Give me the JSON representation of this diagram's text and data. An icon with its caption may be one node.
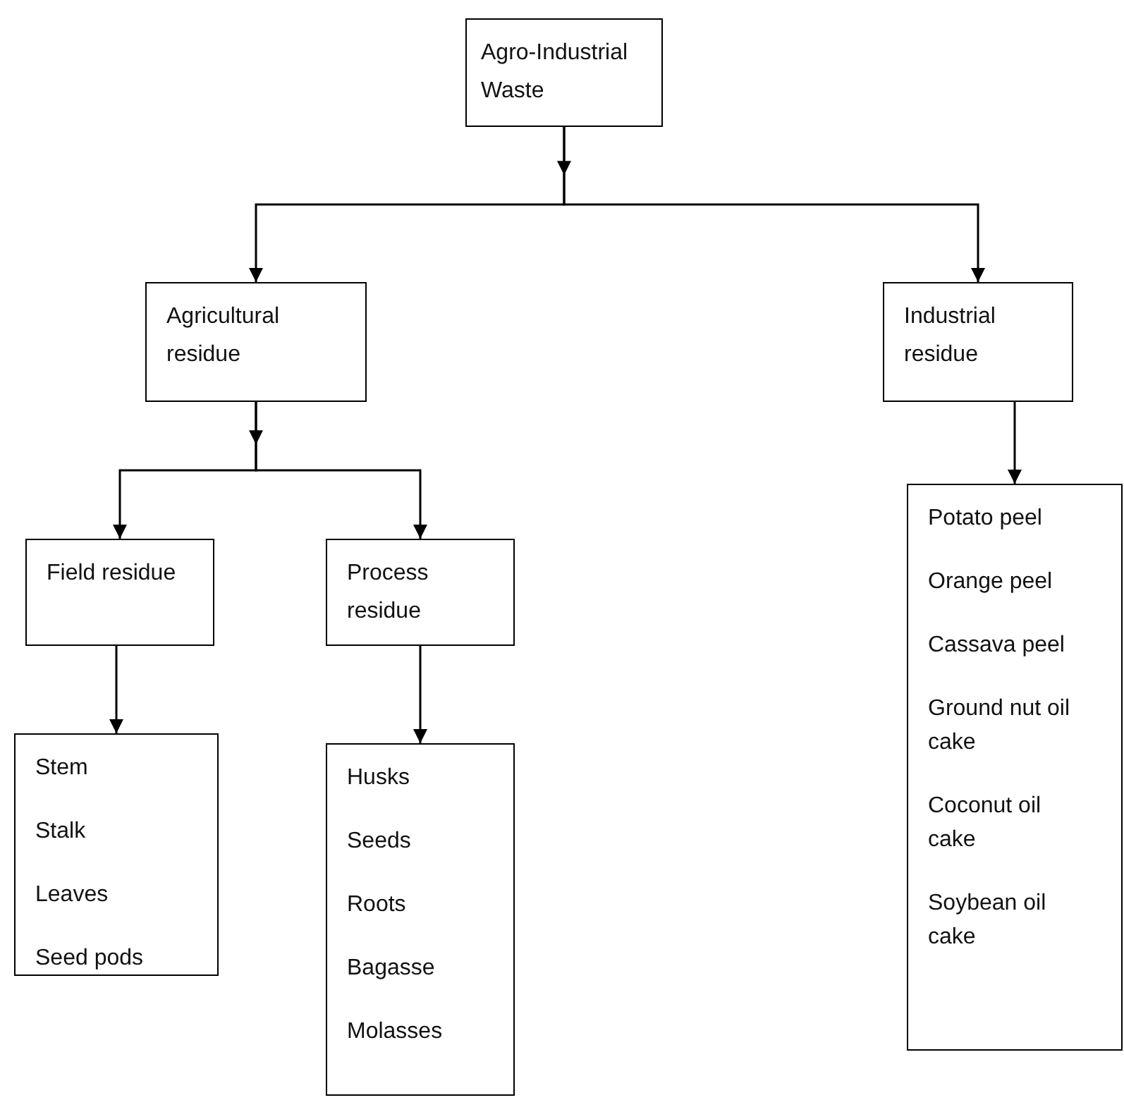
{
  "diagram": {
    "nodes": [
      {
        "text": [
          "Agro-Industrial Waste"
        ]
      },
      {
        "text": [
          "Agricultural residue"
        ]
      },
      {
        "text": [
          "Industrial residue"
        ]
      },
      {
        "text": [
          "Field residue"
        ]
      },
      {
        "text": [
          "Process residue"
        ]
      },
      {
        "text": [
          "Stem",
          "Stalk",
          "Leaves",
          "Seed pods"
        ]
      },
      {
        "text": [
          "Husks",
          "Seeds",
          "Roots",
          "Bagasse",
          "Molasses"
        ]
      },
      {
        "text": [
          "Potato peel",
          "Orange peel",
          "Cassava peel",
          "Ground nut oil cake",
          "Coconut oil cake",
          "Soybean oil cake"
        ]
      }
    ],
    "edges": [
      {
        "from": 0,
        "to": 1,
        "arrow": "to"
      },
      {
        "from": 0,
        "to": 2,
        "arrow": "to"
      },
      {
        "from": 1,
        "to": 3,
        "arrow": "to"
      },
      {
        "from": 1,
        "to": 4,
        "arrow": "to"
      },
      {
        "from": 2,
        "to": 7,
        "arrow": "to"
      },
      {
        "from": 3,
        "to": 5,
        "arrow": "to"
      },
      {
        "from": 4,
        "to": 6,
        "arrow": "to"
      }
    ]
  }
}
